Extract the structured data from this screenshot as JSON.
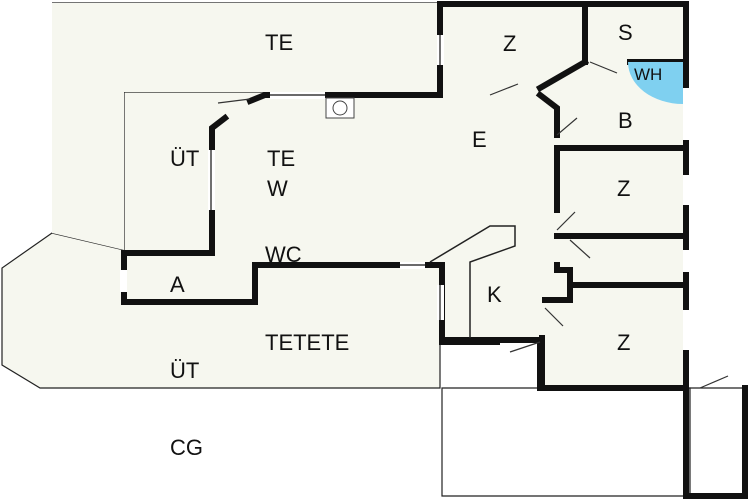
{
  "rooms": {
    "te_top": "TE",
    "z_top": "Z",
    "s": "S",
    "wh": "WH",
    "b": "B",
    "e": "E",
    "ut_left": "ÜT",
    "te_mid": "TE",
    "w": "W",
    "z_mid": "Z",
    "wc": "WC",
    "a": "A",
    "k": "K",
    "tetete": "TETETE",
    "z_bottom": "Z",
    "ut_bottom": "ÜT",
    "cg": "CG"
  },
  "colors": {
    "wall": "#111111",
    "floor": "#f6f7ef",
    "water_heater": "#7fd0f0"
  }
}
